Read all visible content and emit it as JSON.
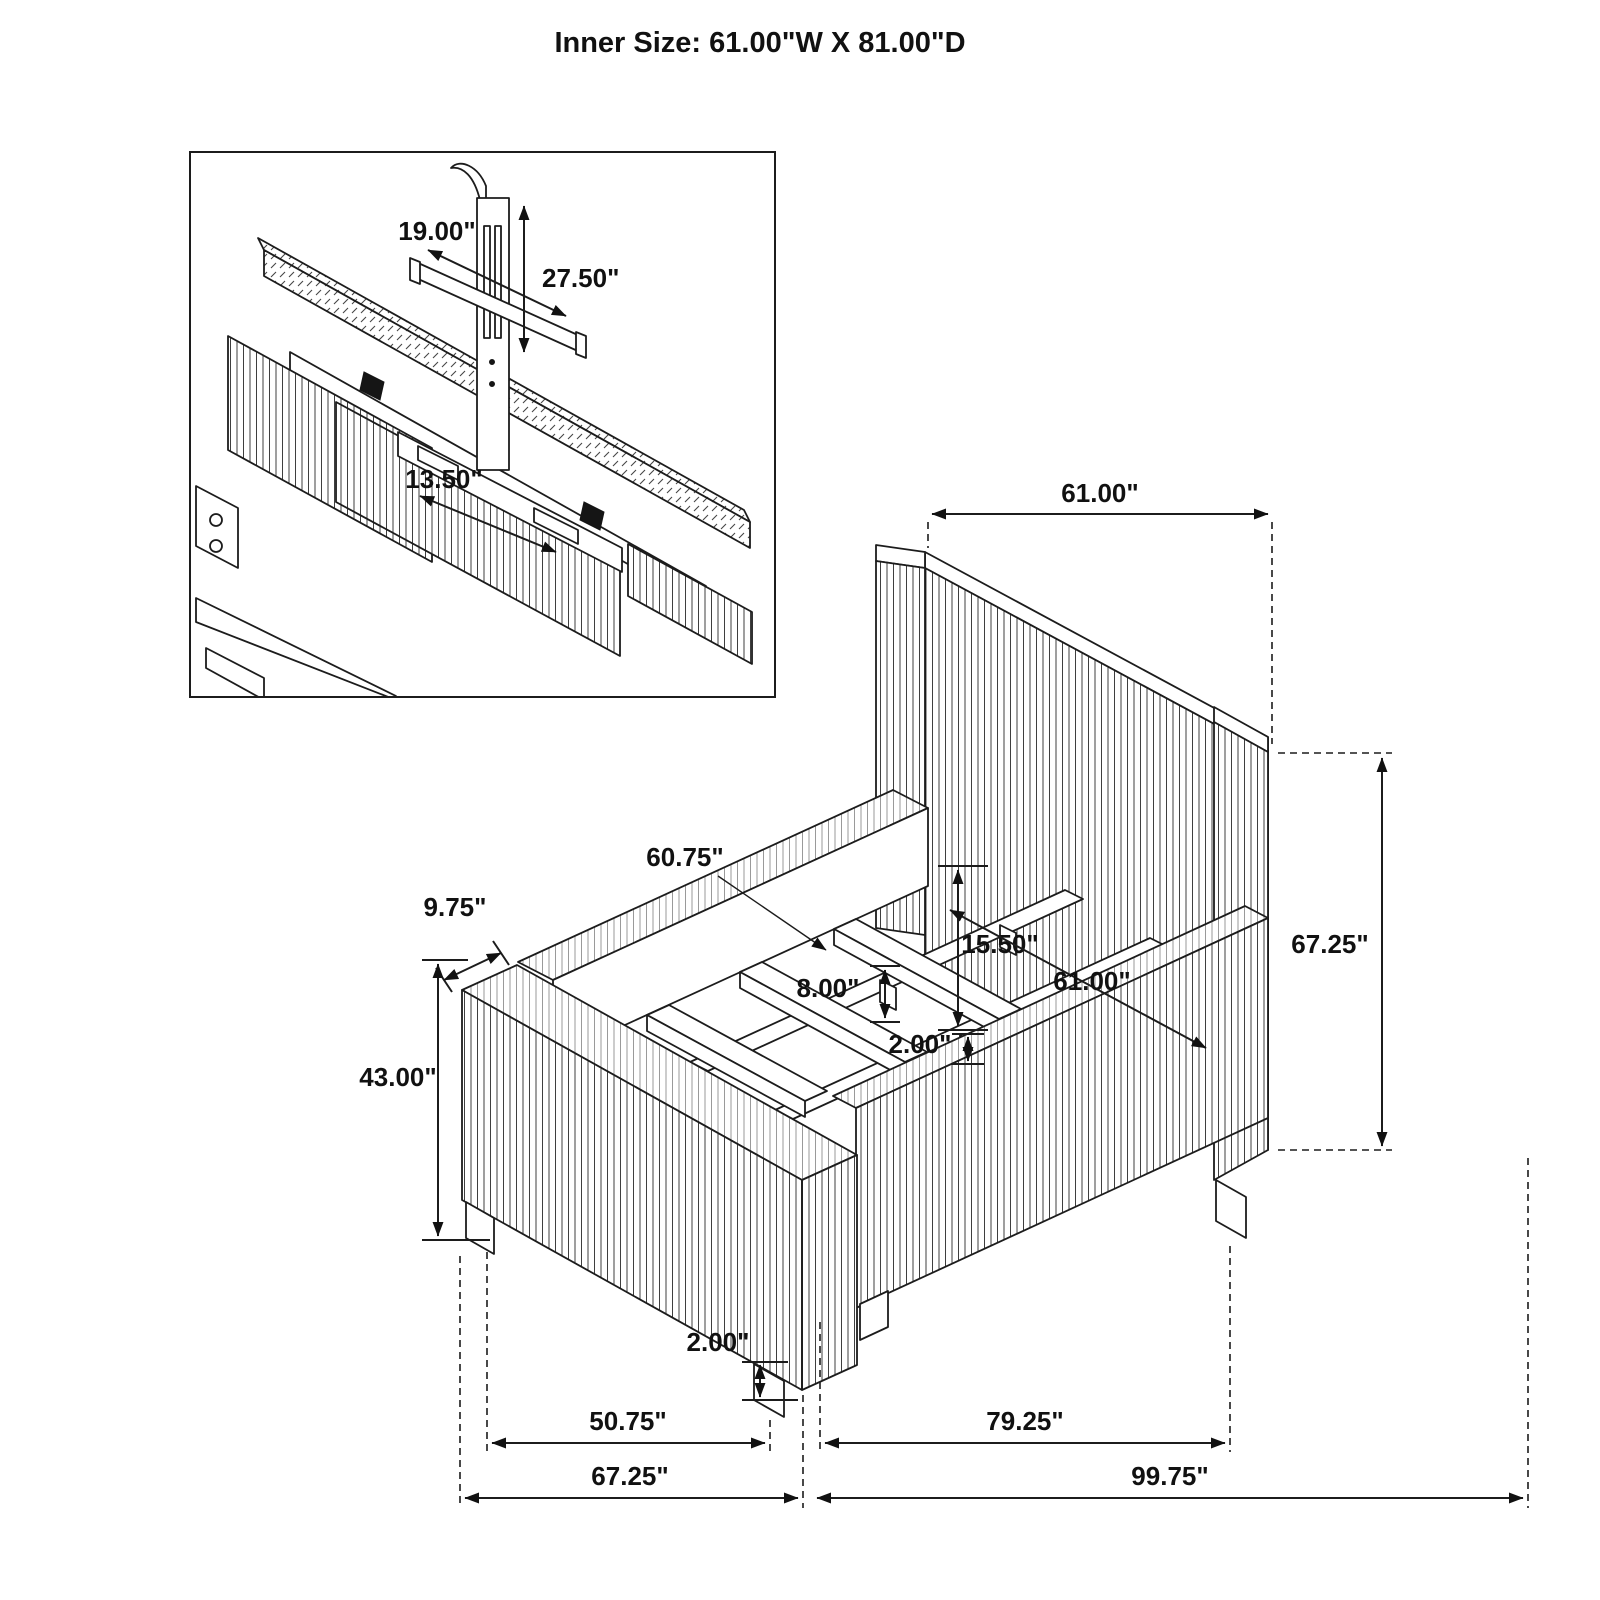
{
  "title": "Inner Size: 61.00\"W X 81.00\"D",
  "inset": {
    "bracket_width": "19.00\"",
    "mount_height": "27.50\"",
    "cleat_length": "13.50\""
  },
  "bed": {
    "headboard_width": "61.00\"",
    "headboard_height": "67.25\"",
    "side_rail_label": "60.75\"",
    "footboard_depth": "9.75\"",
    "rail_inner_height": "15.50\"",
    "inner_width": "61.00\"",
    "frame_rail_height": "8.00\"",
    "slat_thickness": "2.00\"",
    "footboard_height": "43.00\"",
    "leg_height": "2.00\"",
    "footboard_inner_width": "50.75\"",
    "side_length": "79.25\"",
    "footboard_width": "67.25\"",
    "total_length": "99.75\""
  }
}
